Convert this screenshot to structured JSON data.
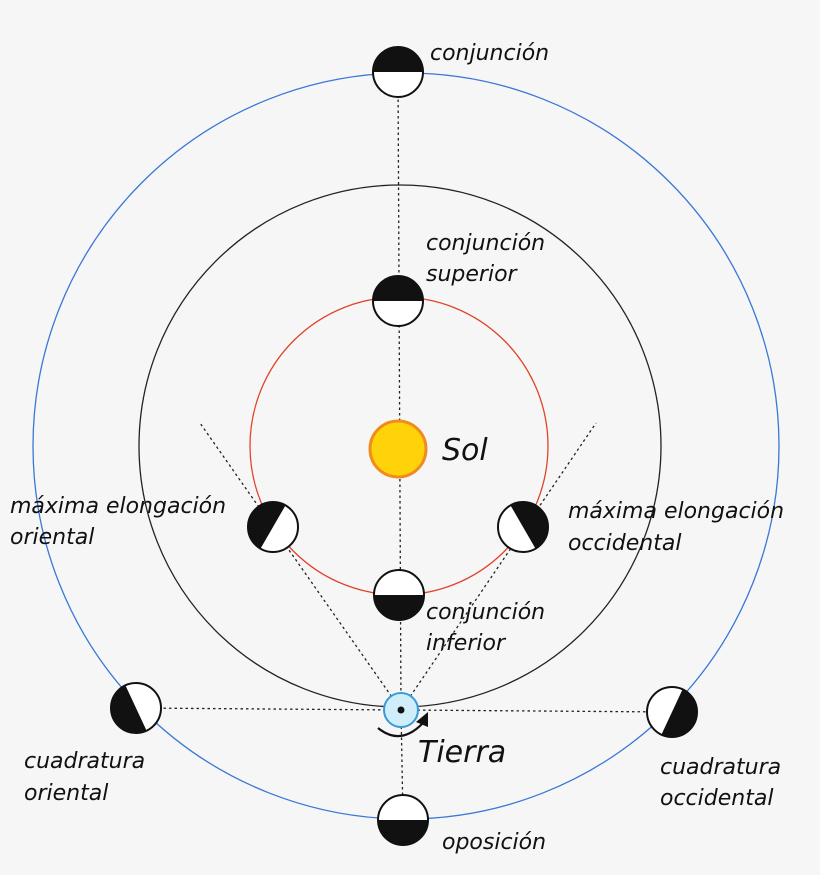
{
  "labels": {
    "conjunction": "conjunción",
    "superior_1": "conjunción",
    "superior_2": "superior",
    "sun": "Sol",
    "east_elong_1": "máxima elongación",
    "east_elong_2": "oriental",
    "west_elong_1": "máxima elongación",
    "west_elong_2": "occidental",
    "inferior_1": "conjunción",
    "inferior_2": "inferior",
    "earth": "Tierra",
    "east_quad_1": "cuadratura",
    "east_quad_2": "oriental",
    "west_quad_1": "cuadratura",
    "west_quad_2": "occidental",
    "opposition": "oposición"
  },
  "colors": {
    "outer_orbit": "#3a78d6",
    "earth_orbit": "#222222",
    "inner_orbit": "#e0442a",
    "sun_fill": "#ffd20a",
    "sun_stroke": "#f08c1e",
    "earth_fill": "#cfeefa",
    "earth_stroke": "#3a9ad9"
  }
}
